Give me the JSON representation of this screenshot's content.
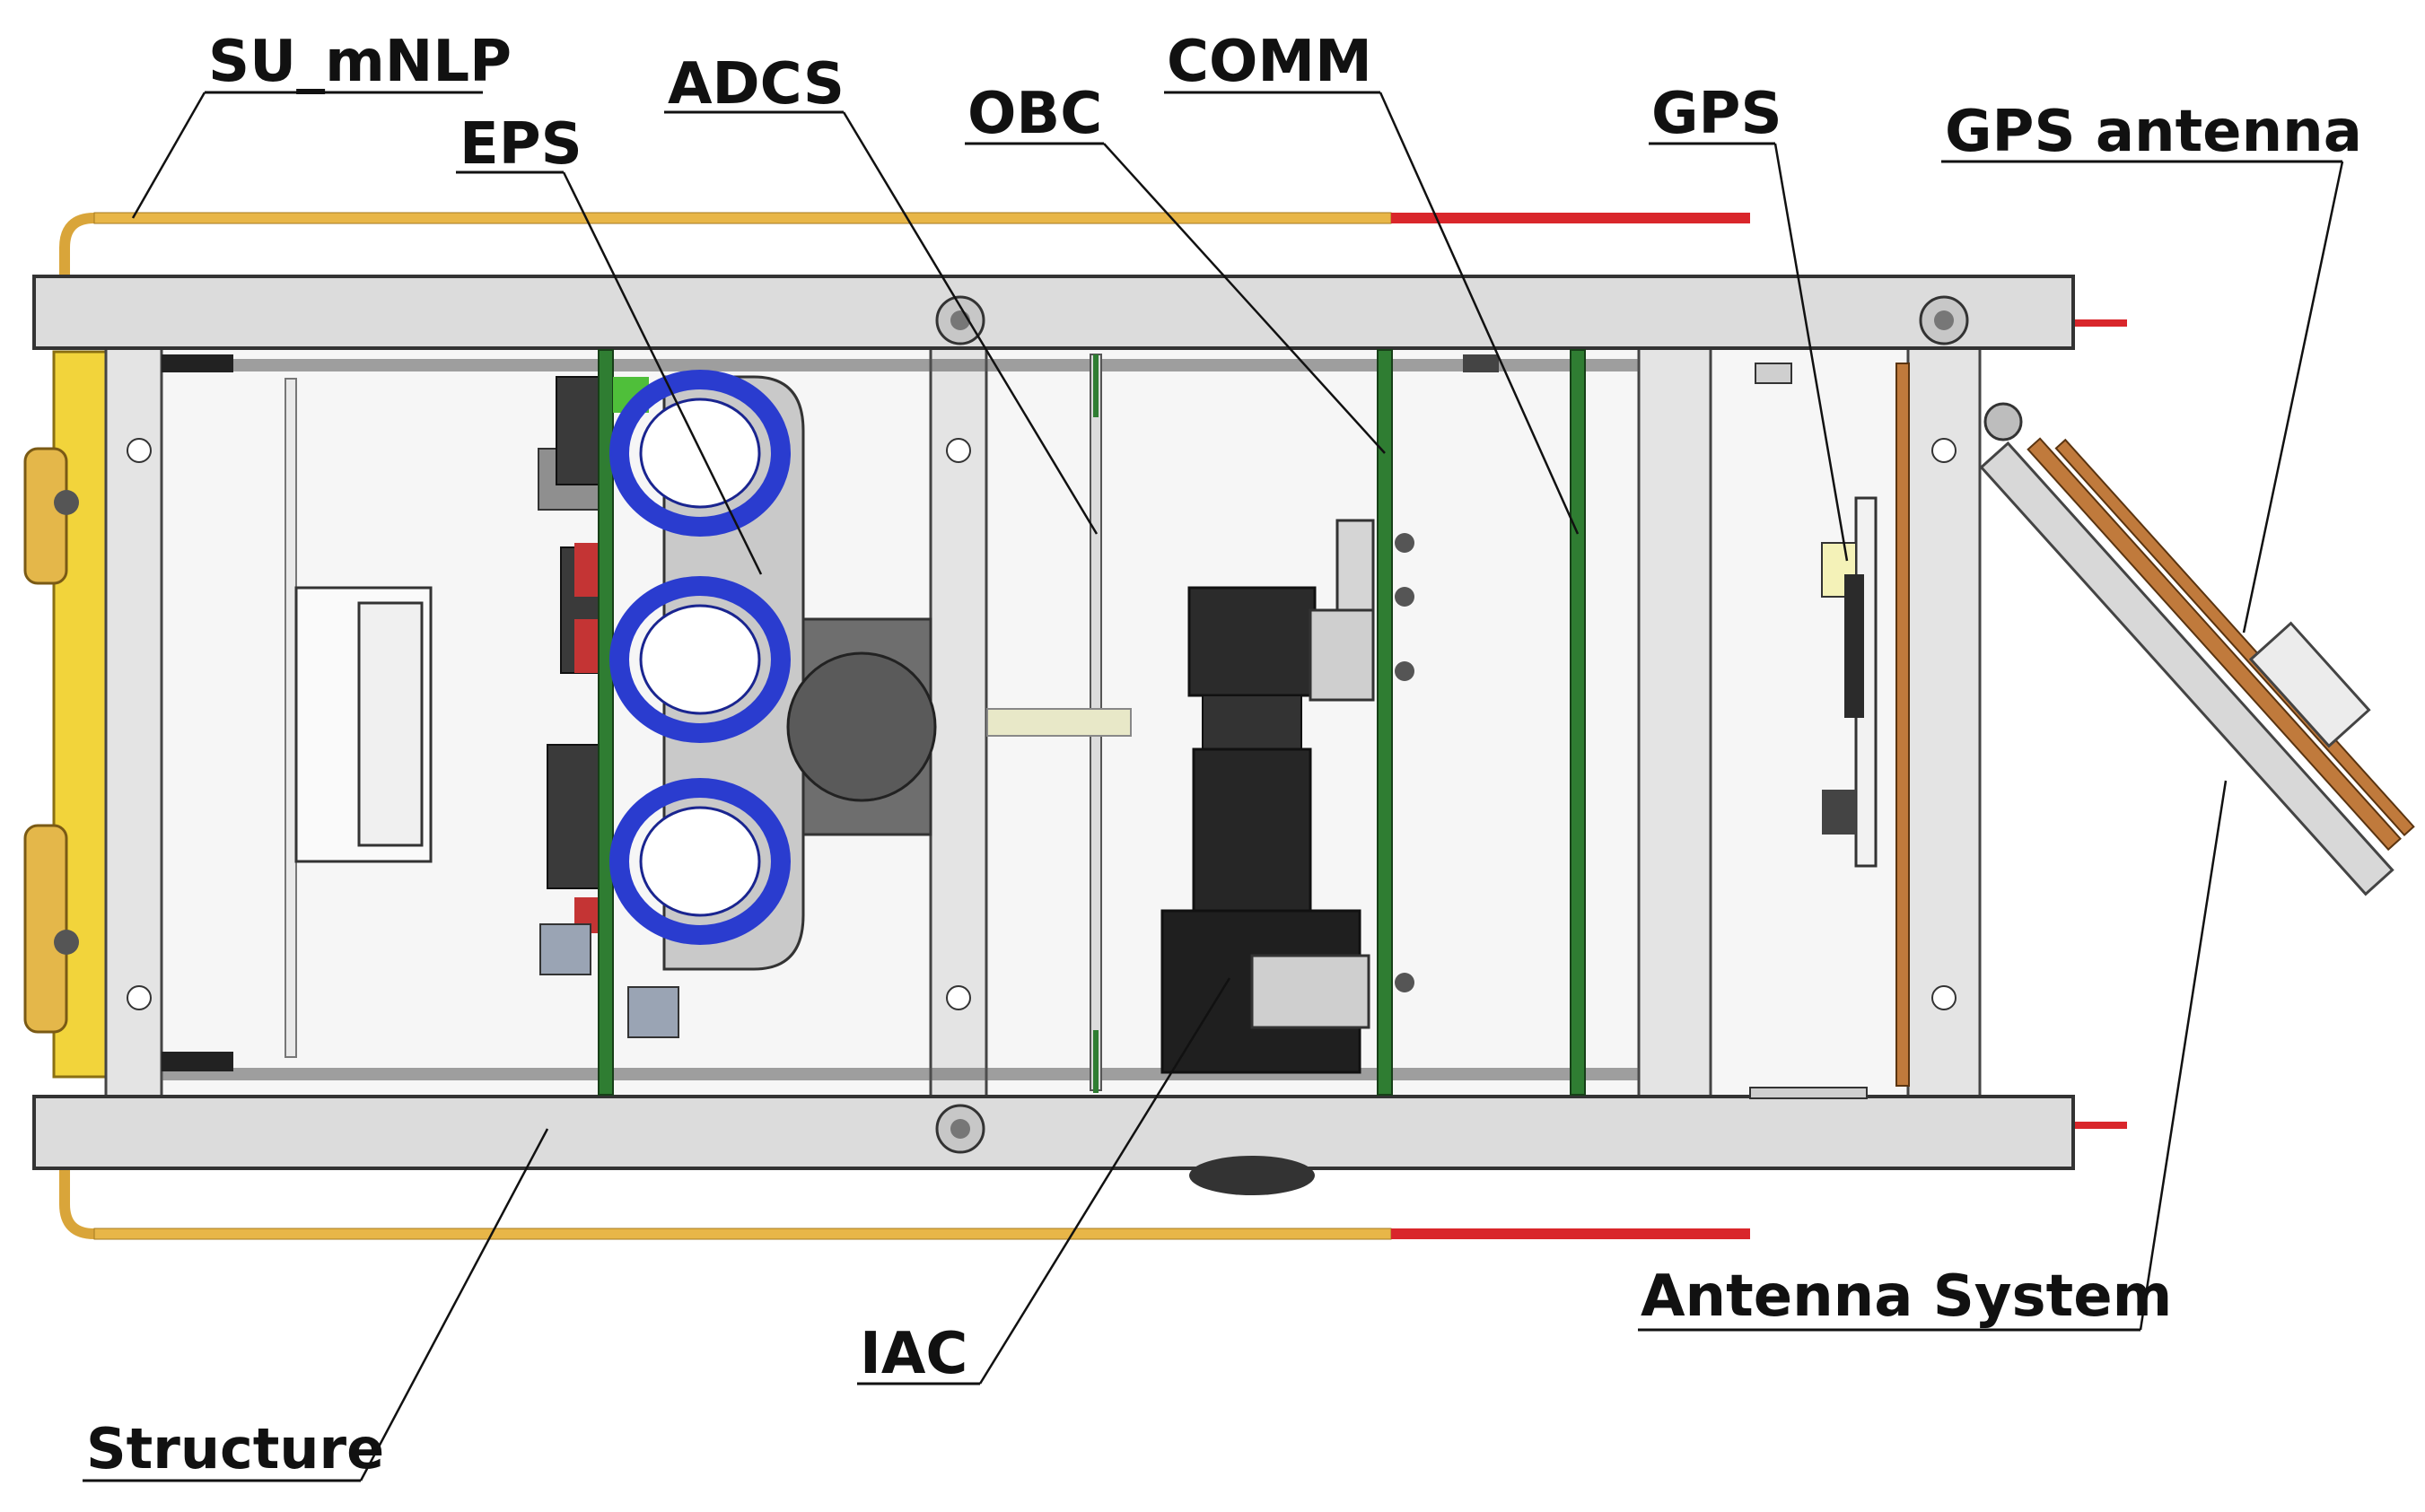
{
  "title": "",
  "labels": {
    "su_mnlp": "SU_mNLP",
    "eps": "EPS",
    "adcs": "ADCS",
    "obc": "OBC",
    "comm": "COMM",
    "gps": "GPS",
    "gps_antenna": "GPS antenna",
    "antenna_system": "Antenna System",
    "iac": "IAC",
    "structure": "Structure"
  },
  "colors": {
    "structure": "#dcdcdc",
    "probe_gold": "#e8b648",
    "probe_red": "#d9262b",
    "pcb_green": "#2f7d32",
    "magnetorquer_blue": "#2a3ccf",
    "camera_black": "#2b2b2b",
    "solar_gold": "#f2d43b",
    "antenna_copper": "#c07a3c"
  }
}
